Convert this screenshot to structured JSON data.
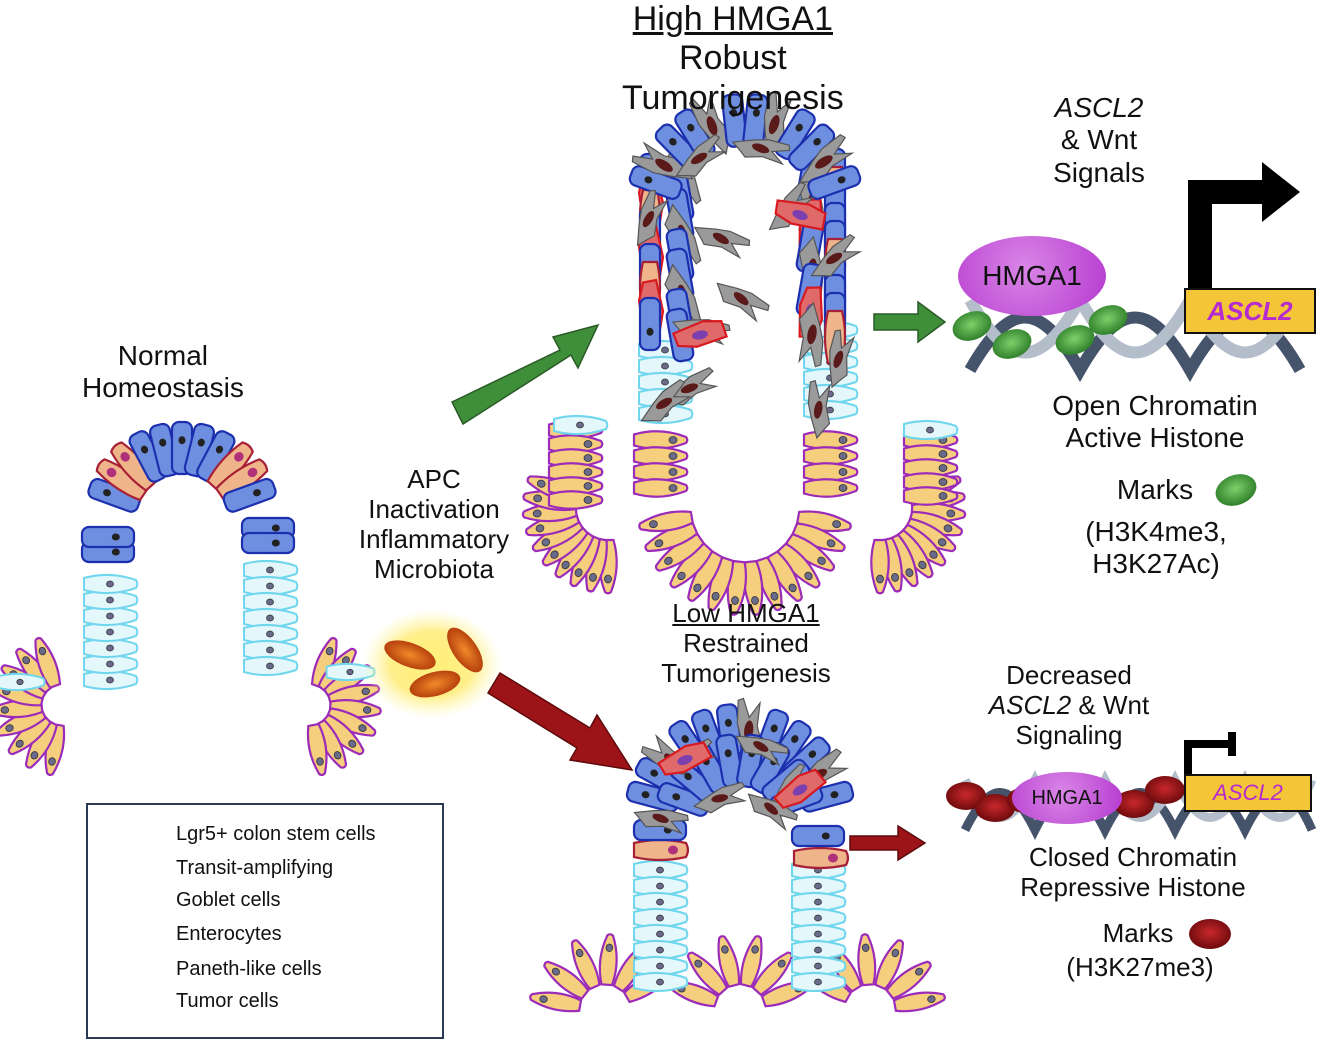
{
  "high_panel": {
    "title": "High HMGA1",
    "subtitle_line1": "Robust",
    "subtitle_line2": "Tumorigenesis"
  },
  "low_panel": {
    "title": "Low HMGA1",
    "subtitle_line1": "Restrained",
    "subtitle_line2": "Tumorigenesis"
  },
  "normal_panel": {
    "title_line1": "Normal",
    "title_line2": "Homeostasis"
  },
  "trigger": {
    "line1": "APC",
    "line2": "Inactivation",
    "line3": "Inflammatory",
    "line4": "Microbiota"
  },
  "active_signals": {
    "gene": "ASCL2",
    "line2": "& Wnt",
    "line3": "Signals",
    "hmga1_label": "HMGA1",
    "gene_box": "ASCL2",
    "chromatin_line1": "Open Chromatin",
    "chromatin_line2": "Active Histone",
    "chromatin_line3": "Marks",
    "marks_line1": "(H3K4me3,",
    "marks_line2": "H3K27Ac)"
  },
  "repressed_signals": {
    "line1": "Decreased",
    "gene": "ASCL2",
    "line2_rest": " & Wnt",
    "line3": "Signaling",
    "hmga1_label": "HMGA1",
    "gene_box": "ASCL2",
    "chromatin_line1": "Closed Chromatin",
    "chromatin_line2": "Repressive Histone",
    "chromatin_line3": "Marks",
    "marks_line1": "(H3K27me3)"
  },
  "legend": {
    "items": [
      {
        "label": "Lgr5+ colon stem cells",
        "icon": "stem-cell-icon"
      },
      {
        "label": "Transit-amplifying",
        "icon": "transit-cell-icon"
      },
      {
        "label": "Goblet cells",
        "icon": "goblet-cell-icon"
      },
      {
        "label": "Enterocytes",
        "icon": "enterocyte-icon"
      },
      {
        "label": "Paneth-like cells",
        "icon": "paneth-cell-icon"
      },
      {
        "label": "Tumor cells",
        "icon": "tumor-cell-icon"
      }
    ]
  },
  "colors": {
    "stem_fill": "#f6cf7e",
    "stem_stroke": "#9b2bb8",
    "ta_fill": "#e4f8fc",
    "ta_stroke": "#6fd6ee",
    "goblet_fill": "#efb48a",
    "goblet_stroke": "#a82035",
    "entero_fill": "#6e8fe0",
    "entero_stroke": "#1c2fae",
    "paneth_fill": "#e06a6a",
    "paneth_stroke": "#d8191f",
    "tumor_fill": "#9a9a9a",
    "green_arrow": "#3f8f3a",
    "red_arrow": "#9c1418",
    "hmga1": "#c24fd6",
    "active_mark": "#3c9a3a",
    "repressive_mark": "#980c10"
  }
}
